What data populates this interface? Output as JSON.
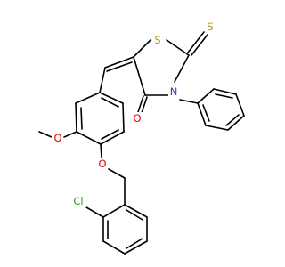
{
  "molecule": {
    "atoms": [
      {
        "id": "S_ring",
        "label": "S",
        "color": "#b8a200"
      },
      {
        "id": "S_thione",
        "label": "S",
        "color": "#b8a200"
      },
      {
        "id": "N_ring",
        "label": "N",
        "color": "#2b3fcc"
      },
      {
        "id": "O_carbonyl",
        "label": "O",
        "color": "#e00000"
      },
      {
        "id": "O_methoxy",
        "label": "O",
        "color": "#e00000"
      },
      {
        "id": "O_ether",
        "label": "O",
        "color": "#e00000"
      },
      {
        "id": "Cl",
        "label": "Cl",
        "color": "#1aa31a"
      }
    ]
  }
}
